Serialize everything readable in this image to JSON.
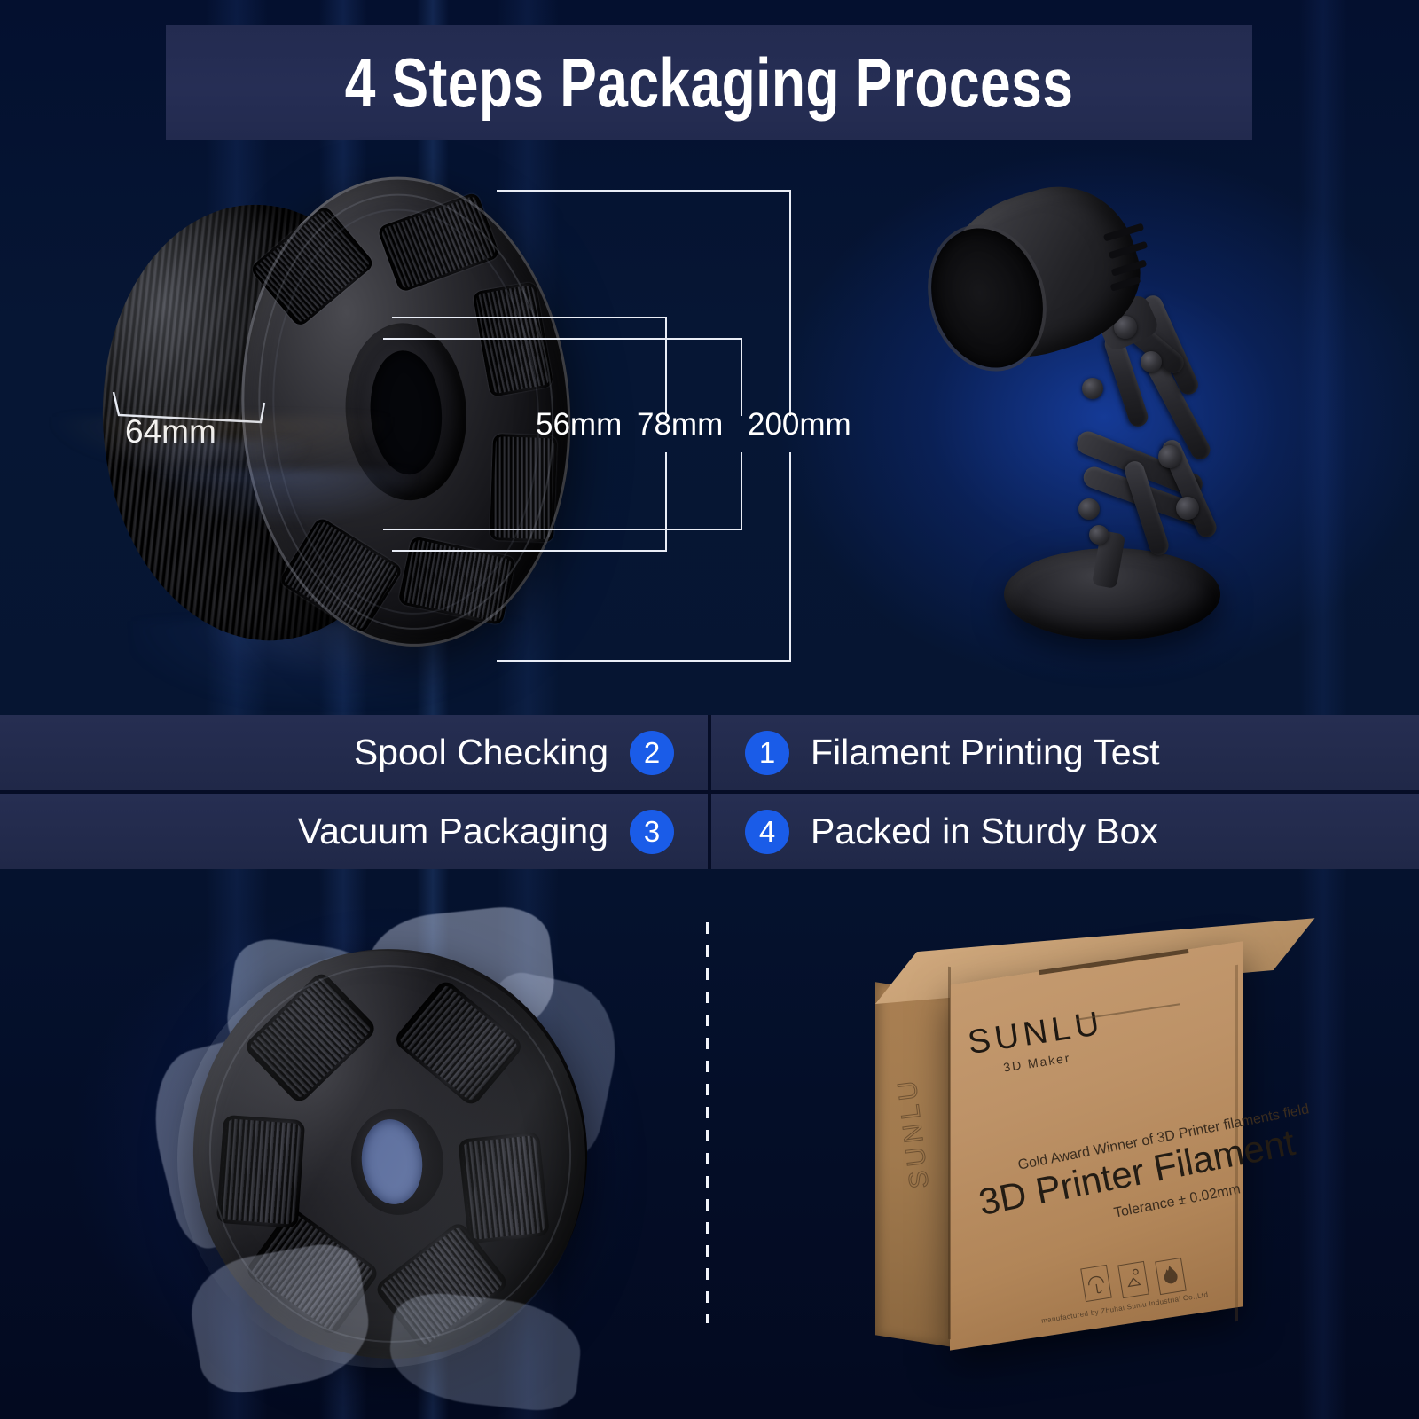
{
  "banner": {
    "title": "4 Steps Packaging Process"
  },
  "dimensions": {
    "filament_width": "64mm",
    "hub_inner": "56mm",
    "hub_outer": "78mm",
    "spool_diameter": "200mm"
  },
  "steps": [
    {
      "number": "1",
      "label": "Filament Printing Test"
    },
    {
      "number": "2",
      "label": "Spool Checking"
    },
    {
      "number": "3",
      "label": "Vacuum Packaging"
    },
    {
      "number": "4",
      "label": "Packed in Sturdy Box"
    }
  ],
  "carton": {
    "brand": "SUNLU",
    "brand_sub": "3D  Maker",
    "award_line": "Gold Award Winner of 3D Printer filaments field",
    "product_title": "3D Printer Filament",
    "tolerance": "Tolerance ± 0.02mm",
    "side_brand": "SUNLU",
    "fine_print": "manufactured by Zhuhai Sunlu Industrial Co.,Ltd"
  },
  "colors": {
    "badge_blue": "#1a5ce8",
    "banner_panel": "#252d50",
    "step_panel": "#232b4d",
    "background_navy": "#061634",
    "callout_white": "#e9edf6",
    "carton_kraft": "#bd9267"
  }
}
